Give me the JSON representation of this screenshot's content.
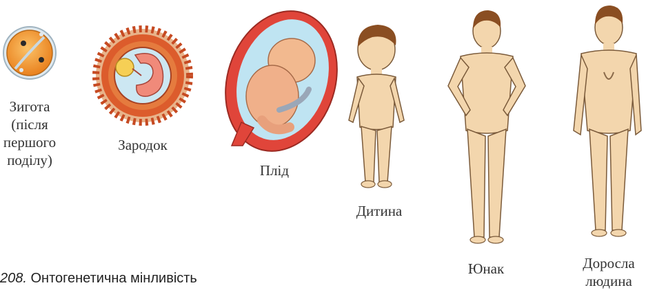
{
  "colors": {
    "skin": "#f3d6ad",
    "skin_shadow": "#e6bf8e",
    "outline": "#7a5a3a",
    "hair": "#8a4e22",
    "zygote_fill": "#f29a2e",
    "embryo_ring": "#d8582a",
    "embryo_inner": "#c8e6f0",
    "uterus_wall": "#e0453a",
    "amniotic": "#bfe4f2",
    "umbilical": "#9aa7b8"
  },
  "stages": [
    {
      "id": "zygote",
      "label_lines": [
        "Зигота",
        "(після",
        "першого",
        "поділу)"
      ],
      "illustration": "zygote-two-cell-icon"
    },
    {
      "id": "embryo",
      "label_lines": [
        "Зародок"
      ],
      "illustration": "embryo-icon"
    },
    {
      "id": "fetus",
      "label_lines": [
        "Плід"
      ],
      "illustration": "fetus-in-uterus-icon"
    },
    {
      "id": "child",
      "label_lines": [
        "Дитина"
      ],
      "illustration": "child-figure-icon"
    },
    {
      "id": "youth",
      "label_lines": [
        "Юнак"
      ],
      "illustration": "youth-figure-icon"
    },
    {
      "id": "adult",
      "label_lines": [
        "Доросла",
        "людина"
      ],
      "illustration": "adult-figure-icon"
    }
  ],
  "caption": {
    "number": "208.",
    "text": " Онтогенетична мінливість"
  }
}
